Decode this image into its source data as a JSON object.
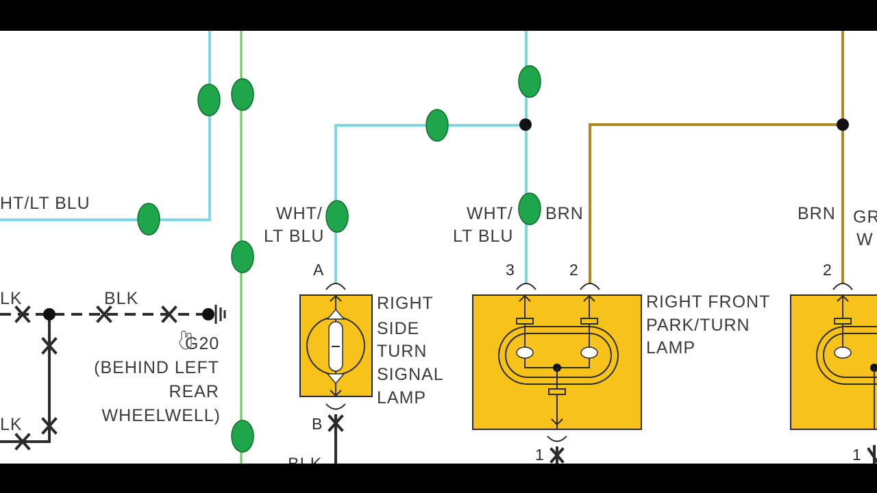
{
  "wire_labels": {
    "wht_lt_blu_left": "HT/LT BLU",
    "wht_a_top": "WHT/",
    "wht_a_bottom": "LT BLU",
    "wht_b_top": "WHT/",
    "wht_b_bottom": "LT BLU",
    "brn_mid": "BRN",
    "brn_right": "BRN",
    "gr_right_top": "GR",
    "gr_right_bottom": "W",
    "blk_left_top": "LK",
    "blk_mid": "BLK",
    "blk_left_bottom": "LK",
    "blk_bottom": "BLK"
  },
  "ground": {
    "id": "G20",
    "location_line1": "(BEHIND LEFT",
    "location_line2": "REAR",
    "location_line3": "WHEELWELL)"
  },
  "lamps": {
    "right_side": {
      "line1": "RIGHT",
      "line2": "SIDE",
      "line3": "TURN",
      "line4": "SIGNAL",
      "line5": "LAMP",
      "pin_top": "A",
      "pin_bottom": "B"
    },
    "right_front": {
      "line1": "RIGHT FRONT",
      "line2": "PARK/TURN",
      "line3": "LAMP",
      "pin_left": "3",
      "pin_right": "2",
      "pin_bottom": "1"
    },
    "far_right": {
      "pin_top": "2",
      "pin_bottom": "1"
    }
  },
  "colors": {
    "lt_blu": "#7fd6e6",
    "grn": "#5ed24a",
    "brn": "#b08a1e",
    "blk": "#2b2b2b",
    "lamp": "#f7c21a",
    "connector": "#1fa64a"
  }
}
